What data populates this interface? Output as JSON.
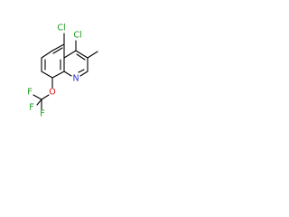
{
  "molecule": {
    "labels": {
      "cl_4": "Cl",
      "cl_5": "Cl",
      "n_1": "N",
      "o_8": "O",
      "f_a": "F",
      "f_b": "F",
      "f_c": "F"
    },
    "colors": {
      "chlorine": "#1a9a1a",
      "nitrogen": "#2233cc",
      "oxygen": "#dd1111",
      "fluorine": "#1a9a1a",
      "bond": "#000000"
    }
  }
}
